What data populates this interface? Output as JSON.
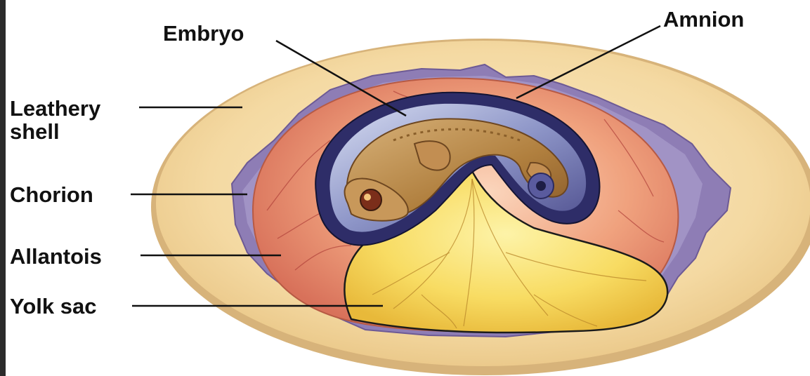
{
  "labels": {
    "embryo": "Embryo",
    "amnion": "Amnion",
    "leathery_shell_line1": "Leathery",
    "leathery_shell_line2": "shell",
    "chorion": "Chorion",
    "allantois": "Allantois",
    "yolk_sac": "Yolk sac"
  },
  "colors": {
    "shell": "#f6dfae",
    "chorion": "#8e7db5",
    "allantois": "#e9946e",
    "amnion": "#3b3a78",
    "yolk": "#f7d85a",
    "embryo": "#b98c48",
    "label_text": "#111111"
  }
}
